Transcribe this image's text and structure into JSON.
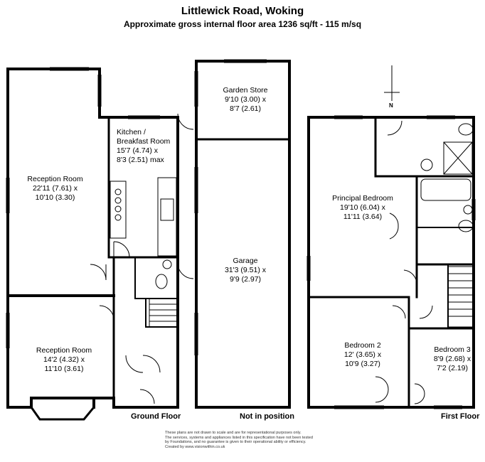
{
  "header": {
    "title": "Littlewick Road, Woking",
    "subtitle": "Approximate gross internal floor area 1236 sq/ft - 115 m/sq"
  },
  "rooms": {
    "reception1": {
      "name": "Reception Room",
      "dims1": "22'11 (7.61) x",
      "dims2": "10'10 (3.30)"
    },
    "reception2": {
      "name": "Reception Room",
      "dims1": "14'2 (4.32) x",
      "dims2": "11'10 (3.61)"
    },
    "kitchen": {
      "name1": "Kitchen /",
      "name2": "Breakfast Room",
      "dims1": "15'7 (4.74) x",
      "dims2": "8'3 (2.51) max"
    },
    "garden_store": {
      "name": "Garden Store",
      "dims1": "9'10 (3.00) x",
      "dims2": "8'7 (2.61)"
    },
    "garage": {
      "name": "Garage",
      "dims1": "31'3 (9.51) x",
      "dims2": "9'9 (2.97)"
    },
    "principal": {
      "name": "Principal Bedroom",
      "dims1": "19'10 (6.04) x",
      "dims2": "11'11 (3.64)"
    },
    "bedroom2": {
      "name": "Bedroom 2",
      "dims1": "12' (3.65) x",
      "dims2": "10'9 (3.27)"
    },
    "bedroom3": {
      "name": "Bedroom 3",
      "dims1": "8'9 (2.68) x",
      "dims2": "7'2 (2.19)"
    }
  },
  "labels": {
    "ground_floor": "Ground Floor",
    "first_floor": "First Floor",
    "not_in_position": "Not in position",
    "north": "N"
  },
  "disclaimer": [
    "These plans are not drawn to scale and are for representational purposes only.",
    "The services, systems and appliances listed in this specification have not been tested",
    "by Foundations, and no guarantee is given to their operational ability or efficiency.",
    "Created by www.visionwithin.co.uk"
  ]
}
